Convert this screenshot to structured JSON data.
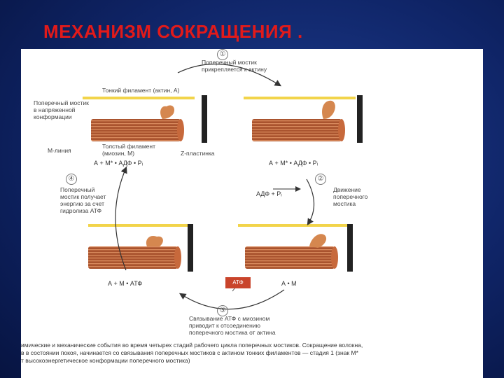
{
  "slide": {
    "title": "МЕХАНИЗМ СОКРАЩЕНИЯ ."
  },
  "diagram": {
    "steps": [
      "①",
      "②",
      "③",
      "④"
    ],
    "labels": {
      "step1": "Поперечный мостик\nприкрепляется к актину",
      "thin_filament": "Тонкий филамент (актин, А)",
      "tense_bridge": "Поперечный мостик\nв напряженной\nконформации",
      "m_line": "М-линия",
      "thick_filament": "Толстый филамент\n(миозин, М)",
      "z_plate": "Z-пластинка",
      "step4": "Поперечный\nмостик получает\nэнергию за счет\nгидролиза АТФ",
      "step2_move": "Движение\nпоперечного\nмостика",
      "step3": "Связывание АТФ с миозином\nприводит к отсоединению\nпоперечного мостика от актина"
    },
    "formulas": {
      "top_left": "А + М* • АДФ • Pᵢ",
      "top_right": "А + М* • АДФ • Pᵢ",
      "adp_pi": "АДФ + Pᵢ",
      "bottom_left": "А + М • АТФ",
      "bottom_right": "А • М",
      "atf_box": "АТФ"
    }
  },
  "caption": "имические и механические события во время четырех стадий рабочего цикла поперечных мостиков. Сокращение волокна,\nв в состоянии покоя, начинается со связывания поперечных мостиков с актином тонких филаментов — стадия 1 (знак М*\nт высокоэнергетическое конформации поперечного мостика)"
}
